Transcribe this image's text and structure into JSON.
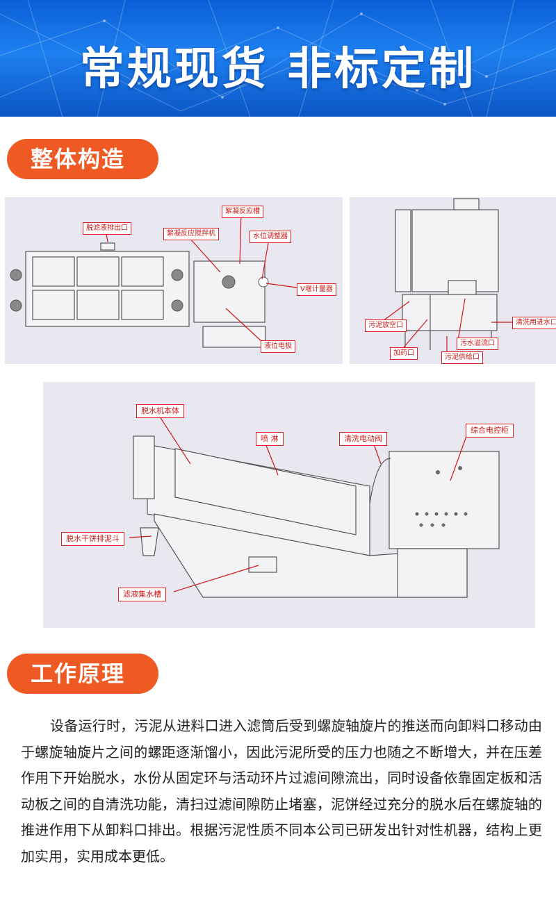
{
  "banner": {
    "title": "常规现货 非标定制"
  },
  "sections": {
    "structure": {
      "title": "整体构造"
    },
    "principle": {
      "title": "工作原理"
    }
  },
  "diagram_top_left": {
    "labels": {
      "filtrate_outlet": "脱滤液排出口",
      "flocculation_tank": "絮凝反应槽",
      "flocculation_mixer": "絮凝反应搅拌机",
      "level_adjuster": "水位调整器",
      "v_weir": "V堰计量器",
      "level_electrode": "液位电极"
    }
  },
  "diagram_top_right": {
    "labels": {
      "sludge_drain": "污泥放空口",
      "wash_inlet": "清洗用进水口",
      "dosing_port": "加药口",
      "overflow_port": "污水溢流口",
      "sludge_feed": "污泥供给口"
    }
  },
  "diagram_bottom": {
    "labels": {
      "machine_body": "脱水机本体",
      "spray": "喷 淋",
      "wash_valve": "清洗电动阀",
      "control_cabinet": "综合电控柜",
      "cake_hopper": "脱水干饼排泥斗",
      "filtrate_tank": "滤液集水槽"
    }
  },
  "principle": {
    "text": "设备运行时，污泥从进料口进入滤筒后受到螺旋轴旋片的推送而向卸料口移动由于螺旋轴旋片之间的螺距逐渐馏小，因此污泥所受的压力也随之不断增大，并在压差作用下开始脱水，水份从固定环与活动环片过滤间隙流出，同时设备依靠固定板和活动板之间的自清洗功能，清扫过滤间隙防止堵塞，泥饼经过充分的脱水后在螺旋轴的推进作用下从卸料口排出。根据污泥性质不同本公司已研发出针对性机器，结构上更加实用，实用成本更低。"
  }
}
